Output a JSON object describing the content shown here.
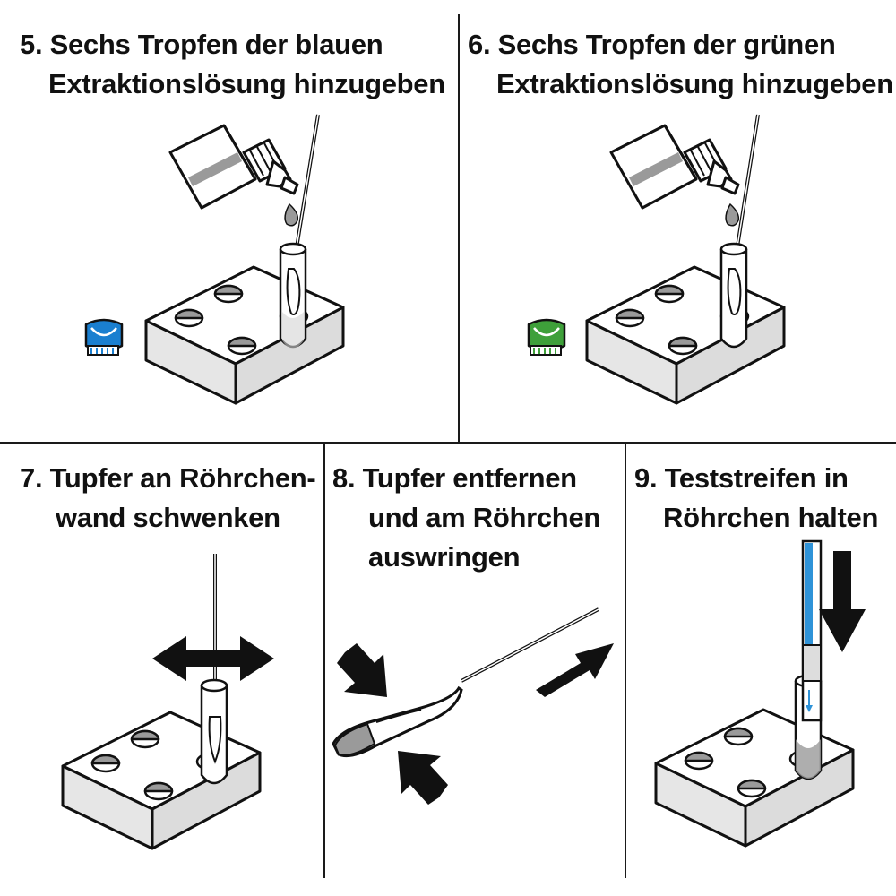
{
  "steps": [
    {
      "number": "5.",
      "lines": [
        "Sechs Tropfen der blauen",
        "Extraktionslösung hinzugeben"
      ],
      "cap_color": "#1a7fd0"
    },
    {
      "number": "6.",
      "lines": [
        "Sechs Tropfen der grünen",
        "Extraktionslösung hinzugeben"
      ],
      "cap_color": "#3ea03a"
    },
    {
      "number": "7.",
      "lines": [
        "Tupfer an Röhrchen-",
        "wand schwenken"
      ]
    },
    {
      "number": "8.",
      "lines": [
        "Tupfer entfernen",
        "und am Röhrchen",
        "auswringen"
      ]
    },
    {
      "number": "9.",
      "lines": [
        "Teststreifen in",
        "Röhrchen halten"
      ],
      "strip_color": "#2f93d8"
    }
  ],
  "colors": {
    "line": "#111111",
    "shade": "#9a9a9a",
    "light_shade": "#d4d4d4",
    "arrow": "#111111"
  }
}
